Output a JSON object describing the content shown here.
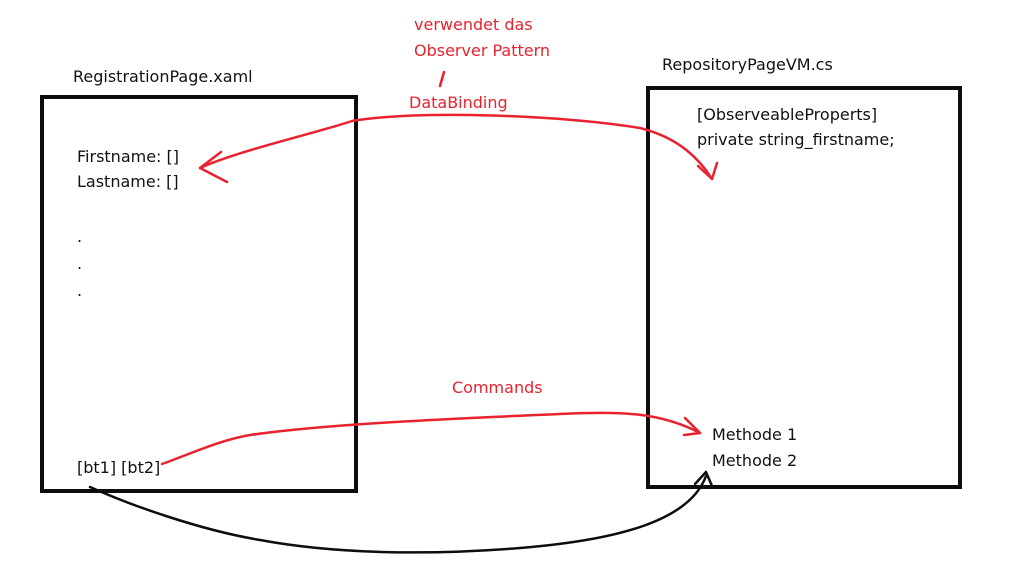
{
  "colors": {
    "box": "#0d0d0d",
    "annotation": "#e8232f",
    "ink": "#111111"
  },
  "left_panel": {
    "title": "RegistrationPage.xaml",
    "fields": [
      "Firstname: []",
      "Lastname: []"
    ],
    "ellipsis": [
      ".",
      ".",
      "."
    ],
    "buttons": "[bt1] [bt2]"
  },
  "right_panel": {
    "title": "RepositoryPageVM.cs",
    "attribute": "[ObserveableProperts]",
    "field_decl": "private string_firstname;",
    "methods": [
      "Methode 1",
      "Methode 2"
    ]
  },
  "annotations": {
    "observer_note_line1": "verwendet das",
    "observer_note_line2": "Observer Pattern",
    "databinding": "DataBinding",
    "commands": "Commands"
  }
}
